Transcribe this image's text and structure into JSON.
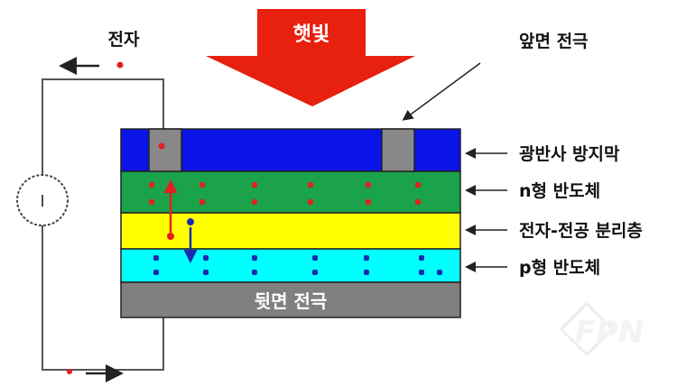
{
  "title_sunlight": "햇빛",
  "label_electron": "전자",
  "label_front_electrode": "앞면 전극",
  "label_back_electrode": "뒷면 전극",
  "meter_symbol": "I",
  "layers": [
    {
      "label": "광반사 방지막",
      "color": "#0a14e6"
    },
    {
      "label": "n형 반도체",
      "color": "#1aa34a"
    },
    {
      "label": "전자-전공 분리층",
      "color": "#ffff00"
    },
    {
      "label": "p형 반도체",
      "color": "#00ffff"
    }
  ],
  "back_color": "#808080",
  "electron_color": "#e41f1f",
  "hole_color": "#1a2bb0",
  "sun_arrow_color": "#e8200f",
  "watermark": "FPN"
}
